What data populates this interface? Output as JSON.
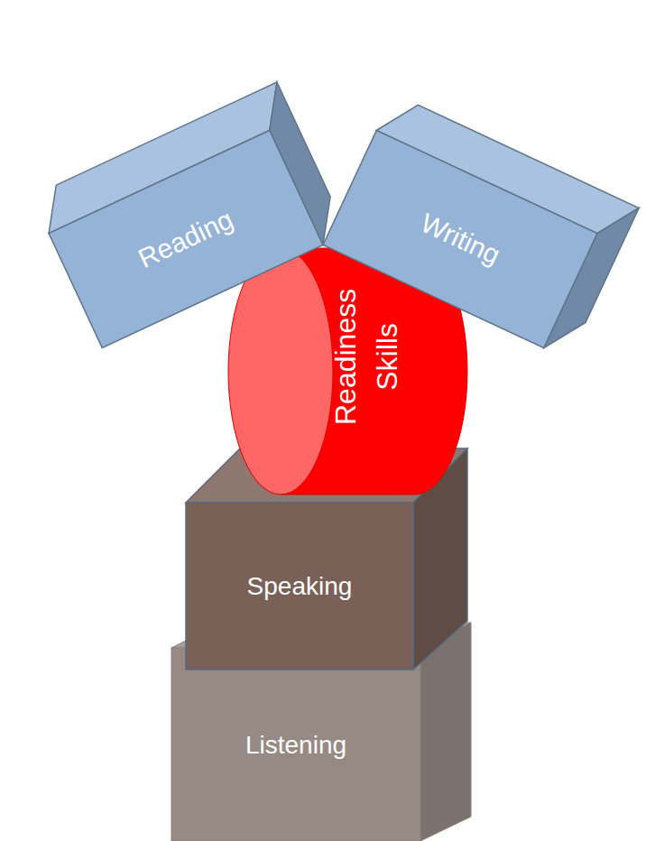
{
  "diagram": {
    "nodes": [
      {
        "text": [
          "Reading"
        ]
      },
      {
        "text": [
          "Writing"
        ]
      },
      {
        "text": [
          "Readiness Skills"
        ]
      },
      {
        "text": [
          "Speaking"
        ]
      },
      {
        "text": [
          "Listening"
        ]
      }
    ]
  }
}
